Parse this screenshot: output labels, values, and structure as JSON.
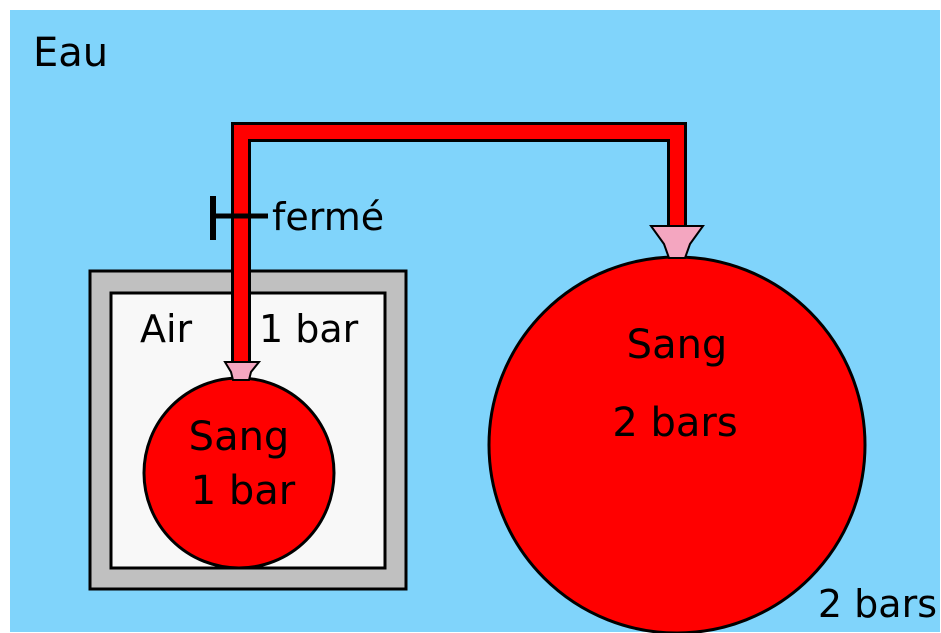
{
  "labels": {
    "water": "Eau",
    "valve_state": "fermé",
    "air": "Air",
    "air_pressure": "1 bar",
    "small_blood": "Sang",
    "small_pressure": "1 bar",
    "large_blood": "Sang",
    "large_pressure": "2 bars",
    "water_pressure": "2 bars"
  },
  "colors": {
    "water": "#80d4fb",
    "box_outer": "#c0c0c0",
    "box_inner": "#f8f8f8",
    "blood": "#ff0000",
    "connector": "#f4a6c0",
    "outline": "#000000"
  }
}
